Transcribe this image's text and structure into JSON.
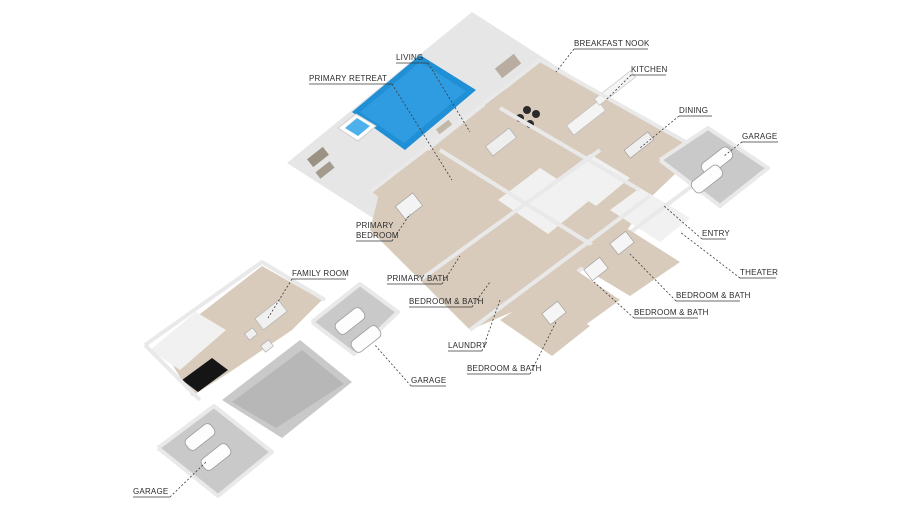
{
  "labels": {
    "breakfast_nook": "BREAKFAST NOOK",
    "living": "LIVING",
    "kitchen": "KITCHEN",
    "primary_retreat": "PRIMARY RETREAT",
    "dining": "DINING",
    "garage_right": "GARAGE",
    "primary_bedroom_1": "PRIMARY",
    "primary_bedroom_2": "BEDROOM",
    "entry": "ENTRY",
    "theater": "THEATER",
    "family_room": "FAMILY ROOM",
    "primary_bath": "PRIMARY BATH",
    "bedroom_bath_right_upper": "BEDROOM & BATH",
    "bedroom_bath_mid": "BEDROOM & BATH",
    "bedroom_bath_right_lower": "BEDROOM & BATH",
    "laundry": "LAUNDRY",
    "bedroom_bath_lower": "BEDROOM & BATH",
    "garage_mid": "GARAGE",
    "garage_bottom": "GARAGE"
  },
  "colors": {
    "pool": "#1f8fd6",
    "wood_floor": "#d8cbbb",
    "garage_floor": "#c9c9c9",
    "terrace": "#e6e6e6",
    "label_text": "#2b2b2b"
  }
}
